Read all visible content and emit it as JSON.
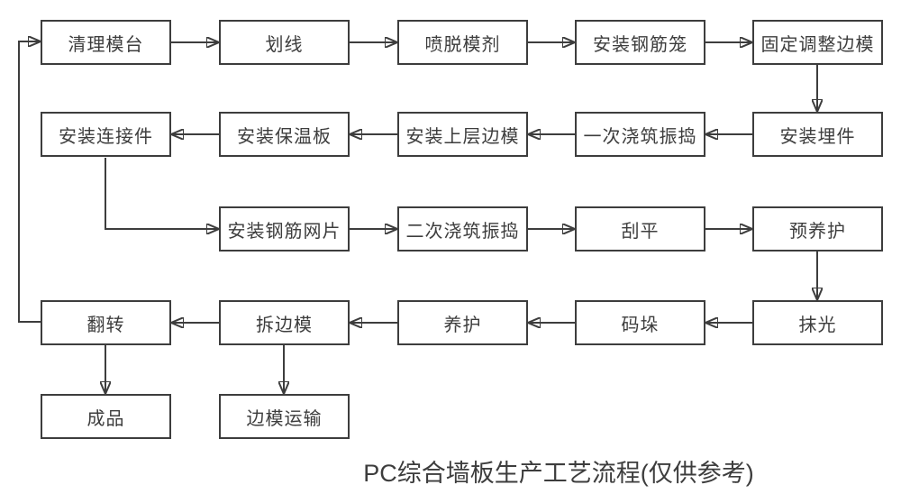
{
  "title": "PC综合墙板生产工艺流程(仅供参考)",
  "colors": {
    "line": "#3d3d3d",
    "text": "#3d3d3d",
    "node_background": "#ffffff",
    "page_background": "#ffffff"
  },
  "nodes": [
    {
      "id": "clean-table",
      "label": "清理模台"
    },
    {
      "id": "marking",
      "label": "划线"
    },
    {
      "id": "spray-release-agent",
      "label": "喷脱模剂"
    },
    {
      "id": "install-rebar-cage",
      "label": "安装钢筋笼"
    },
    {
      "id": "fix-adjust-side-mold",
      "label": "固定调整边模"
    },
    {
      "id": "install-connector",
      "label": "安装连接件"
    },
    {
      "id": "install-insulation",
      "label": "安装保温板"
    },
    {
      "id": "install-upper-side-mold",
      "label": "安装上层边模"
    },
    {
      "id": "first-pour-vibrate",
      "label": "一次浇筑振捣"
    },
    {
      "id": "install-embedded-parts",
      "label": "安装埋件"
    },
    {
      "id": "install-rebar-mesh",
      "label": "安装钢筋网片"
    },
    {
      "id": "second-pour-vibrate",
      "label": "二次浇筑振捣"
    },
    {
      "id": "screeding",
      "label": "刮平"
    },
    {
      "id": "pre-curing",
      "label": "预养护"
    },
    {
      "id": "flip",
      "label": "翻转"
    },
    {
      "id": "remove-side-mold",
      "label": "拆边模"
    },
    {
      "id": "curing",
      "label": "养护"
    },
    {
      "id": "stacking",
      "label": "码垛"
    },
    {
      "id": "troweling",
      "label": "抹光"
    },
    {
      "id": "finished-product",
      "label": "成品"
    },
    {
      "id": "side-mold-transport",
      "label": "边模运输"
    }
  ],
  "edges": [
    {
      "from": "clean-table",
      "to": "marking"
    },
    {
      "from": "marking",
      "to": "spray-release-agent"
    },
    {
      "from": "spray-release-agent",
      "to": "install-rebar-cage"
    },
    {
      "from": "install-rebar-cage",
      "to": "fix-adjust-side-mold"
    },
    {
      "from": "fix-adjust-side-mold",
      "to": "install-embedded-parts"
    },
    {
      "from": "install-embedded-parts",
      "to": "first-pour-vibrate"
    },
    {
      "from": "first-pour-vibrate",
      "to": "install-upper-side-mold"
    },
    {
      "from": "install-upper-side-mold",
      "to": "install-insulation"
    },
    {
      "from": "install-insulation",
      "to": "install-connector"
    },
    {
      "from": "install-connector",
      "to": "install-rebar-mesh"
    },
    {
      "from": "install-rebar-mesh",
      "to": "second-pour-vibrate"
    },
    {
      "from": "second-pour-vibrate",
      "to": "screeding"
    },
    {
      "from": "screeding",
      "to": "pre-curing"
    },
    {
      "from": "pre-curing",
      "to": "troweling"
    },
    {
      "from": "troweling",
      "to": "stacking"
    },
    {
      "from": "stacking",
      "to": "curing"
    },
    {
      "from": "curing",
      "to": "remove-side-mold"
    },
    {
      "from": "remove-side-mold",
      "to": "flip"
    },
    {
      "from": "flip",
      "to": "finished-product"
    },
    {
      "from": "remove-side-mold",
      "to": "side-mold-transport"
    },
    {
      "from": "flip",
      "to": "clean-table"
    }
  ]
}
